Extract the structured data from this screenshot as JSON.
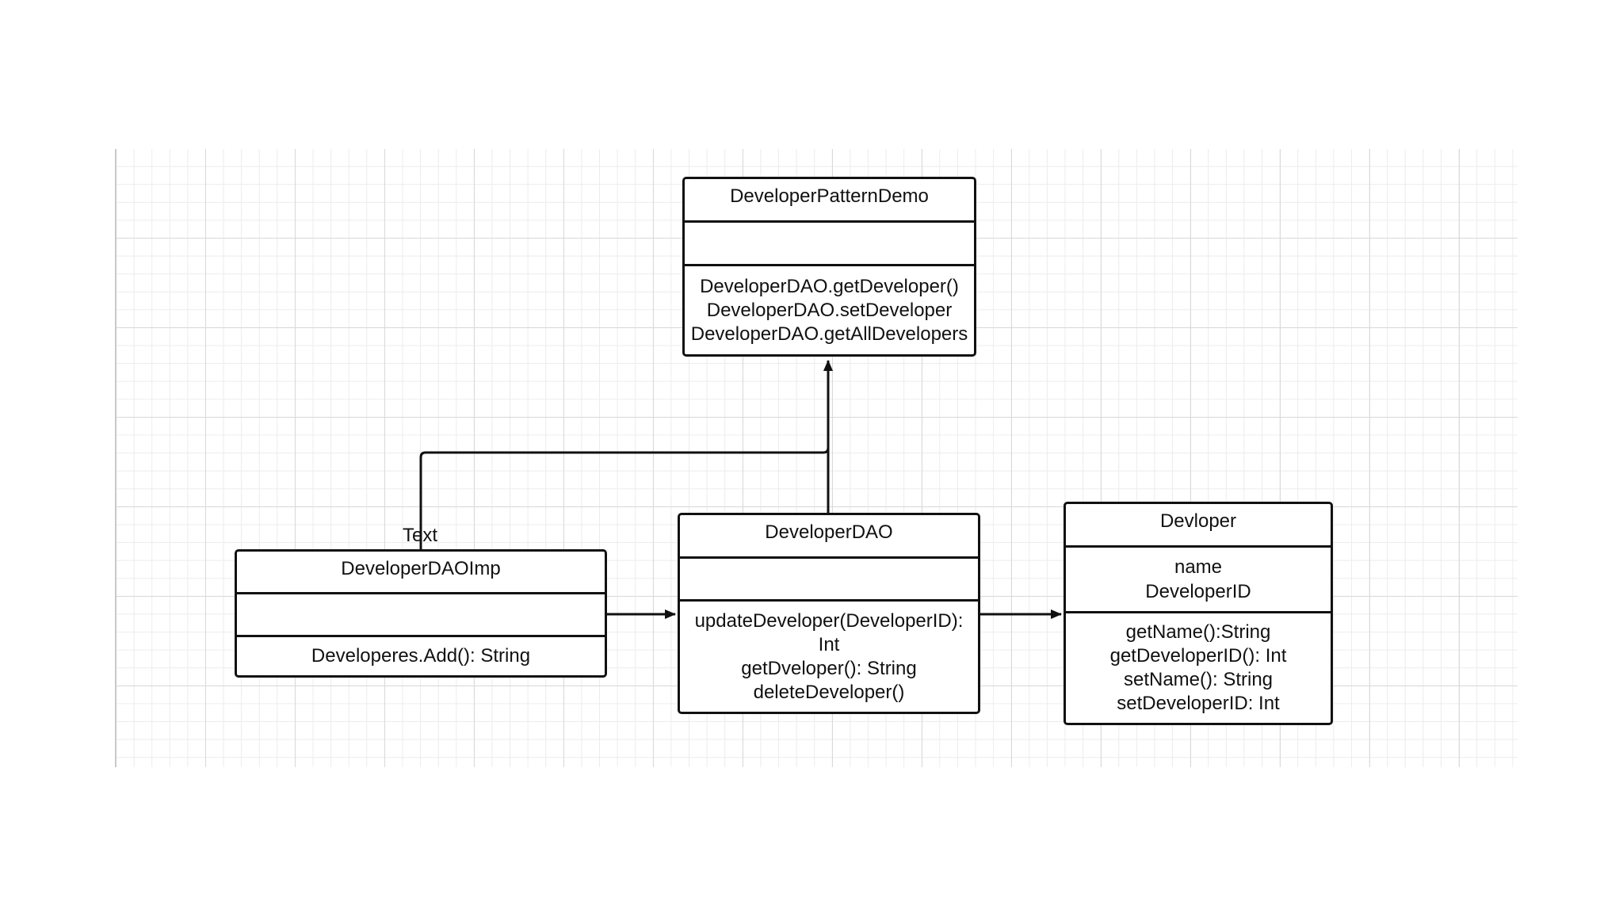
{
  "diagram": {
    "classes": {
      "pattern_demo": {
        "name": "DeveloperPatternDemo",
        "attributes": [],
        "methods": [
          "DeveloperDAO.getDeveloper()",
          "DeveloperDAO.setDeveloper",
          "DeveloperDAO.getAllDevelopers"
        ]
      },
      "dao_imp": {
        "name": "DeveloperDAOImp",
        "attributes": [],
        "methods": [
          "Developeres.Add(): String"
        ]
      },
      "dao": {
        "name": "DeveloperDAO",
        "attributes": [],
        "methods": [
          "updateDeveloper(DeveloperID):",
          "Int",
          "getDveloper(): String",
          "deleteDeveloper()"
        ]
      },
      "developer": {
        "name": "Devloper",
        "attributes": [
          "name",
          "DeveloperID"
        ],
        "methods": [
          "getName():String",
          "getDeveloperID(): Int",
          "setName(): String",
          "setDeveloperID: Int"
        ]
      }
    },
    "connector_labels": {
      "imp_to_demo": "Text"
    }
  }
}
